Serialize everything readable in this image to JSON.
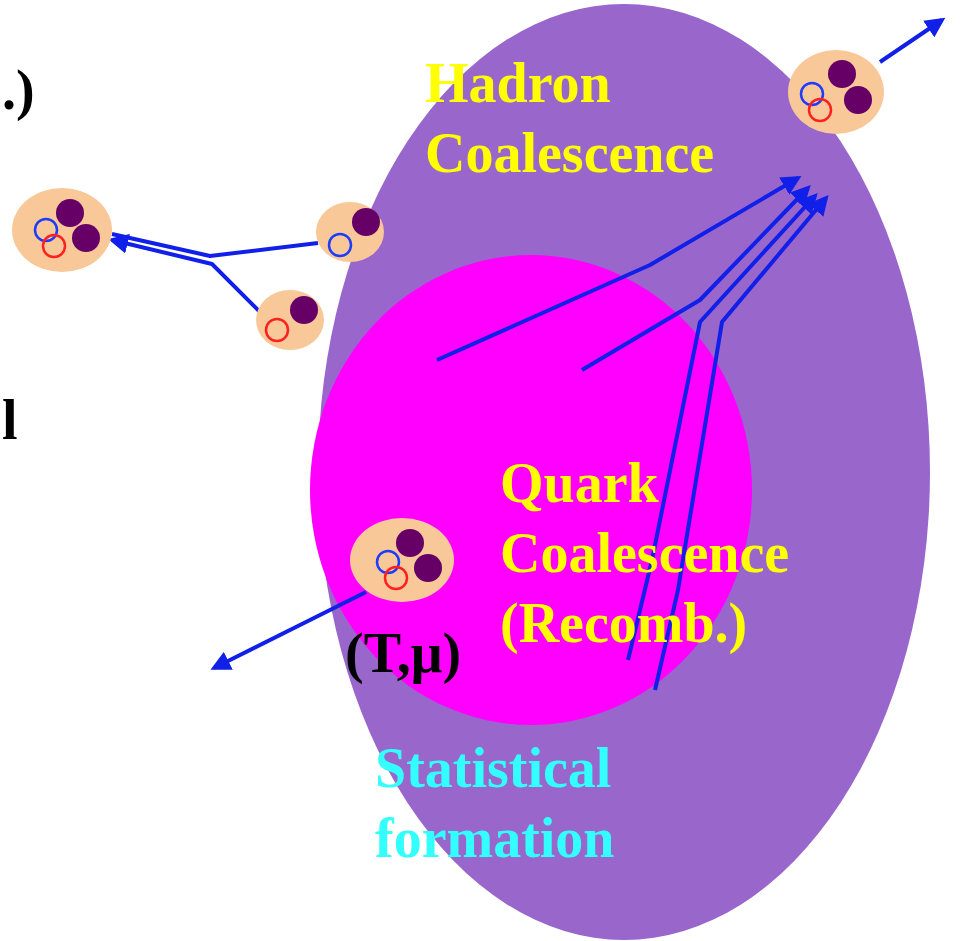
{
  "diagram": {
    "nodes": [
      {
        "text": [
          "Hadron Coalescence",
          "Statistical formation"
        ]
      },
      {
        "text": [
          "Quark Coalescence (Recomb.)",
          "(T,μ)"
        ],
        "in": 0
      }
    ],
    "labels": [
      ".)",
      "l"
    ]
  }
}
